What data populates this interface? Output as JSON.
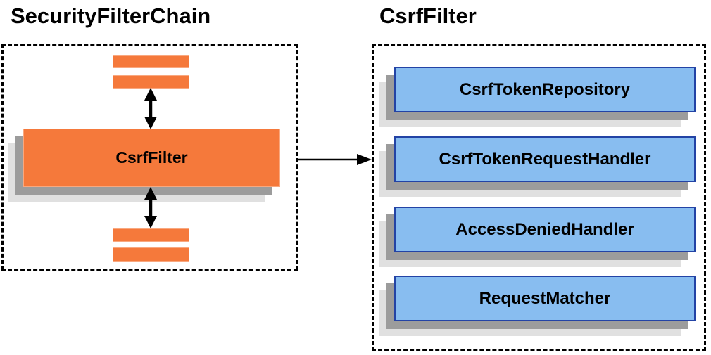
{
  "diagram": {
    "left_panel": {
      "title": "SecurityFilterChain",
      "filter_label": "CsrfFilter"
    },
    "right_panel": {
      "title": "CsrfFilter",
      "components": [
        {
          "label": "CsrfTokenRepository"
        },
        {
          "label": "CsrfTokenRequestHandler"
        },
        {
          "label": "AccessDeniedHandler"
        },
        {
          "label": "RequestMatcher"
        }
      ]
    },
    "colors": {
      "orange_fill": "#f5793b",
      "blue_fill": "#88bdf0",
      "blue_border": "#2343a5",
      "shadow_dark": "#9c9c9c",
      "shadow_light": "#e0e0e0",
      "arrow": "#000000",
      "text": "#000000"
    }
  }
}
